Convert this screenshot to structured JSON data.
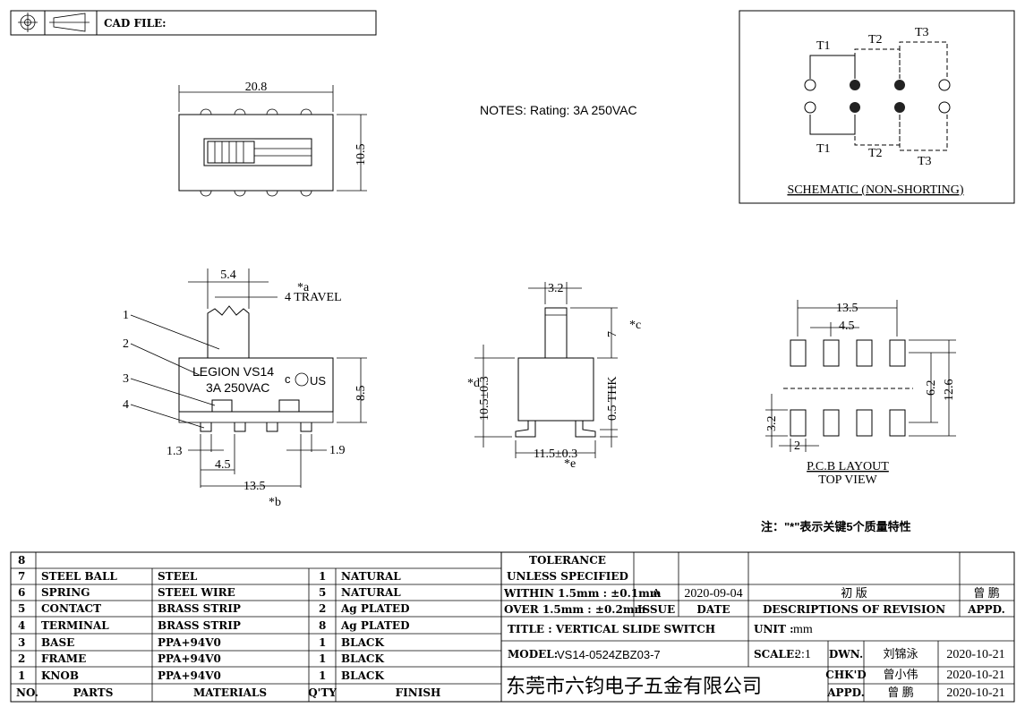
{
  "header": {
    "cad_label": "CAD FILE:"
  },
  "notes": "NOTES: Rating: 3A 250VAC",
  "schematic": {
    "title": "SCHEMATIC (NON-SHORTING)",
    "t1": "T1",
    "t2": "T2",
    "t3": "T3"
  },
  "top_view": {
    "width": "20.8",
    "height": "10.5"
  },
  "front_view": {
    "knob_width": "5.4",
    "travel": "4 TRAVEL",
    "travel_mark": "*a",
    "callouts": [
      "1",
      "2",
      "3",
      "4"
    ],
    "label_line1": "LEGION VS14",
    "label_line2": "3A 250VAC",
    "cert": "US",
    "cert_c": "c",
    "height": "8.5",
    "left_offset": "1.3",
    "pitch": "4.5",
    "right_offset": "1.9",
    "total": "13.5",
    "total_mark": "*b"
  },
  "side_view": {
    "top_width": "3.2",
    "knob_height": "7",
    "knob_mark": "*c",
    "body_height": "10.5±0.3",
    "body_mark": "*d",
    "thk": "0.5 THK",
    "base_width": "11.5±0.3",
    "base_mark": "*e"
  },
  "pcb": {
    "total_width": "13.5",
    "pitch": "4.5",
    "row_spacing": "6.2",
    "overall_height": "12.6",
    "pad_height": "3.2",
    "pad_width": "2",
    "title": "P.C.B LAYOUT",
    "subtitle": "TOP VIEW"
  },
  "footnote": "注：\"*\"表示关键5个质量特性",
  "bom": {
    "headers": [
      "NO.",
      "PARTS",
      "MATERIALS",
      "Q'TY",
      "FINISH"
    ],
    "rows": [
      {
        "no": "8",
        "part": "",
        "material": "",
        "qty": "",
        "finish": ""
      },
      {
        "no": "7",
        "part": "STEEL BALL",
        "material": "STEEL",
        "qty": "1",
        "finish": "NATURAL"
      },
      {
        "no": "6",
        "part": "SPRING",
        "material": "STEEL WIRE",
        "qty": "5",
        "finish": "NATURAL"
      },
      {
        "no": "5",
        "part": "CONTACT",
        "material": "BRASS STRIP",
        "qty": "2",
        "finish": "Ag PLATED"
      },
      {
        "no": "4",
        "part": "TERMINAL",
        "material": "BRASS STRIP",
        "qty": "8",
        "finish": "Ag PLATED"
      },
      {
        "no": "3",
        "part": "BASE",
        "material": "PPA+94V0",
        "qty": "1",
        "finish": "BLACK"
      },
      {
        "no": "2",
        "part": "FRAME",
        "material": "PPA+94V0",
        "qty": "1",
        "finish": "BLACK"
      },
      {
        "no": "1",
        "part": "KNOB",
        "material": "PPA+94V0",
        "qty": "1",
        "finish": "BLACK"
      }
    ]
  },
  "tolerance": {
    "title": "TOLERANCE",
    "subtitle": "UNLESS SPECIFIED",
    "within": "WITHIN 1.5mm : ±0.1mm",
    "over": "OVER 1.5mm : ±0.2mm"
  },
  "revision": {
    "issue": "A",
    "date": "2020-09-04",
    "description": "初   版",
    "appd": "曾 鹏",
    "issue_label": "ISSUE",
    "date_label": "DATE",
    "desc_label": "DESCRIPTIONS OF REVISION",
    "appd_label": "APPD."
  },
  "title_block": {
    "title": "TITLE :  VERTICAL SLIDE SWITCH",
    "unit_label": "UNIT :",
    "unit": "mm",
    "model_label": "MODEL:",
    "model": "VS14-0524ZBZ03-7",
    "scale_label": "SCALE:",
    "scale": "2:1",
    "company": "东莞市六钧电子五金有限公司",
    "dwn_label": "DWN.",
    "dwn": "刘锦泳",
    "dwn_date": "2020-10-21",
    "chk_label": "CHK'D",
    "chk": "曾小伟",
    "chk_date": "2020-10-21",
    "appd_label": "APPD.",
    "appd": "曾 鹏",
    "appd_date": "2020-10-21"
  }
}
